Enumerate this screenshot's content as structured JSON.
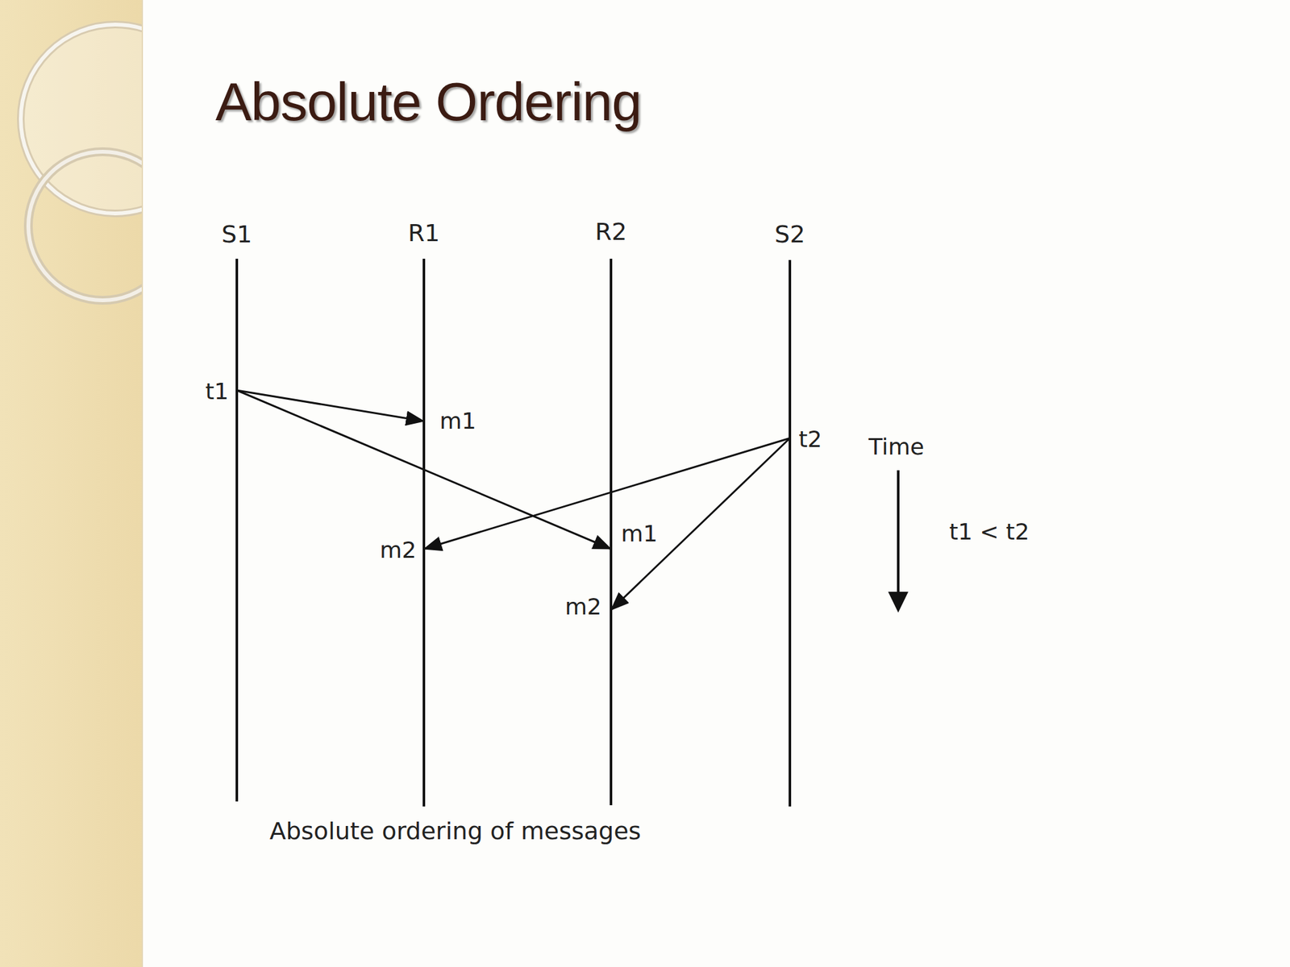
{
  "diagram": {
    "title": "Absolute Ordering",
    "caption": "Absolute ordering of messages",
    "nodes": [
      {
        "text": [
          "S1"
        ]
      },
      {
        "text": [
          "R1"
        ]
      },
      {
        "text": [
          "R2"
        ]
      },
      {
        "text": [
          "S2"
        ]
      }
    ],
    "edges": [
      {
        "from": 0,
        "to": 1,
        "arrow": "to",
        "label": "m1"
      },
      {
        "from": 0,
        "to": 2,
        "arrow": "to",
        "label": "m1"
      },
      {
        "from": 3,
        "to": 1,
        "arrow": "to",
        "label": "m2"
      },
      {
        "from": 3,
        "to": 2,
        "arrow": "to",
        "label": "m2"
      }
    ],
    "labels": [
      "t1",
      "t2",
      "Time",
      "t1 < t2"
    ]
  }
}
